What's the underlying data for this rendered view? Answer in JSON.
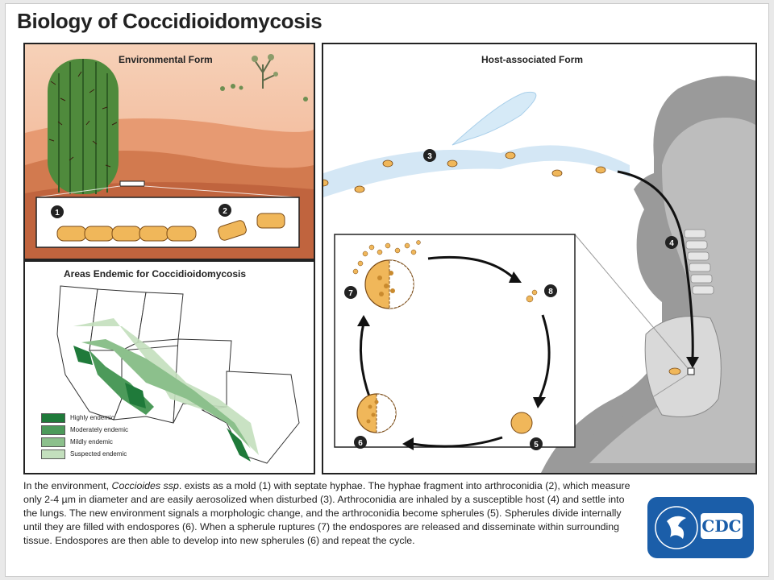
{
  "title": "Biology of Coccidioidomycosis",
  "panels": {
    "environmental": "Environmental Form",
    "host": "Host-associated Form",
    "endemic": "Areas Endemic for Coccidioidomycosis"
  },
  "step_numbers": [
    "1",
    "2",
    "3",
    "4",
    "5",
    "6",
    "7",
    "8"
  ],
  "legend": [
    {
      "label": "Highly endemic",
      "color": "#1f7a3a"
    },
    {
      "label": "Moderately endemic",
      "color": "#4c9a5a"
    },
    {
      "label": "Mildly endemic",
      "color": "#8cc08c"
    },
    {
      "label": "Suspected endemic",
      "color": "#c3dfbd"
    }
  ],
  "description": {
    "part1": "In the environment, ",
    "species": "Coccioides ssp",
    "part2": ". exists as a mold (1) with septate hyphae.  The hyphae fragment into arthroconidia (2), which measure only 2-4 µm in diameter and are easily aerosolized when disturbed (3).  Arthroconidia are inhaled by a susceptible host (4) and settle into the lungs.  The new environment signals a morphologic change, and the arthroconidia become spherules (5).  Spherules divide internally until they are filled with endospores (6).  When a spherule ruptures (7) the endospores are released and disseminate within surrounding tissue.  Endospores are then able to develop into new spherules (6) and repeat the cycle."
  },
  "logo": {
    "text": "CDC"
  }
}
